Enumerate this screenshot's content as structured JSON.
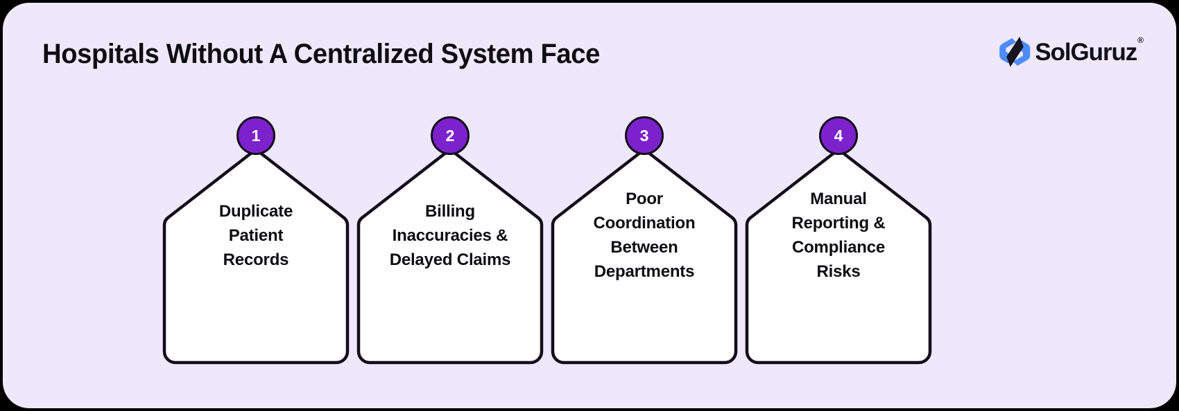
{
  "header": {
    "title": "Hospitals Without A Centralized System Face",
    "logo": {
      "mark_name": "solguruz-hex-icon",
      "wordmark": "SolGuruz",
      "registered_mark": "®",
      "mark_color_blue": "#4d8dfb",
      "mark_color_dark": "#15151f",
      "wordmark_color": "#111118"
    }
  },
  "theme": {
    "frame_color": "#000000",
    "panel_background": "#efe8fd",
    "card_fill": "#ffffff",
    "card_stroke": "#130d1c",
    "badge_fill": "#7c22cc",
    "badge_text": "#ffffff",
    "text_color": "#0d0d12"
  },
  "cards": [
    {
      "number": "1",
      "label": "Duplicate Patient Records",
      "lines": [
        "Duplicate",
        "Patient",
        "Records"
      ]
    },
    {
      "number": "2",
      "label": "Billing Inaccuracies & Delayed Claims",
      "lines": [
        "Billing",
        "Inaccuracies &",
        "Delayed Claims"
      ]
    },
    {
      "number": "3",
      "label": "Poor Coordination Between Departments",
      "lines": [
        "Poor",
        "Coordination",
        "Between",
        "Departments"
      ]
    },
    {
      "number": "4",
      "label": "Manual Reporting & Compliance Risks",
      "lines": [
        "Manual",
        "Reporting &",
        "Compliance",
        "Risks"
      ]
    }
  ]
}
